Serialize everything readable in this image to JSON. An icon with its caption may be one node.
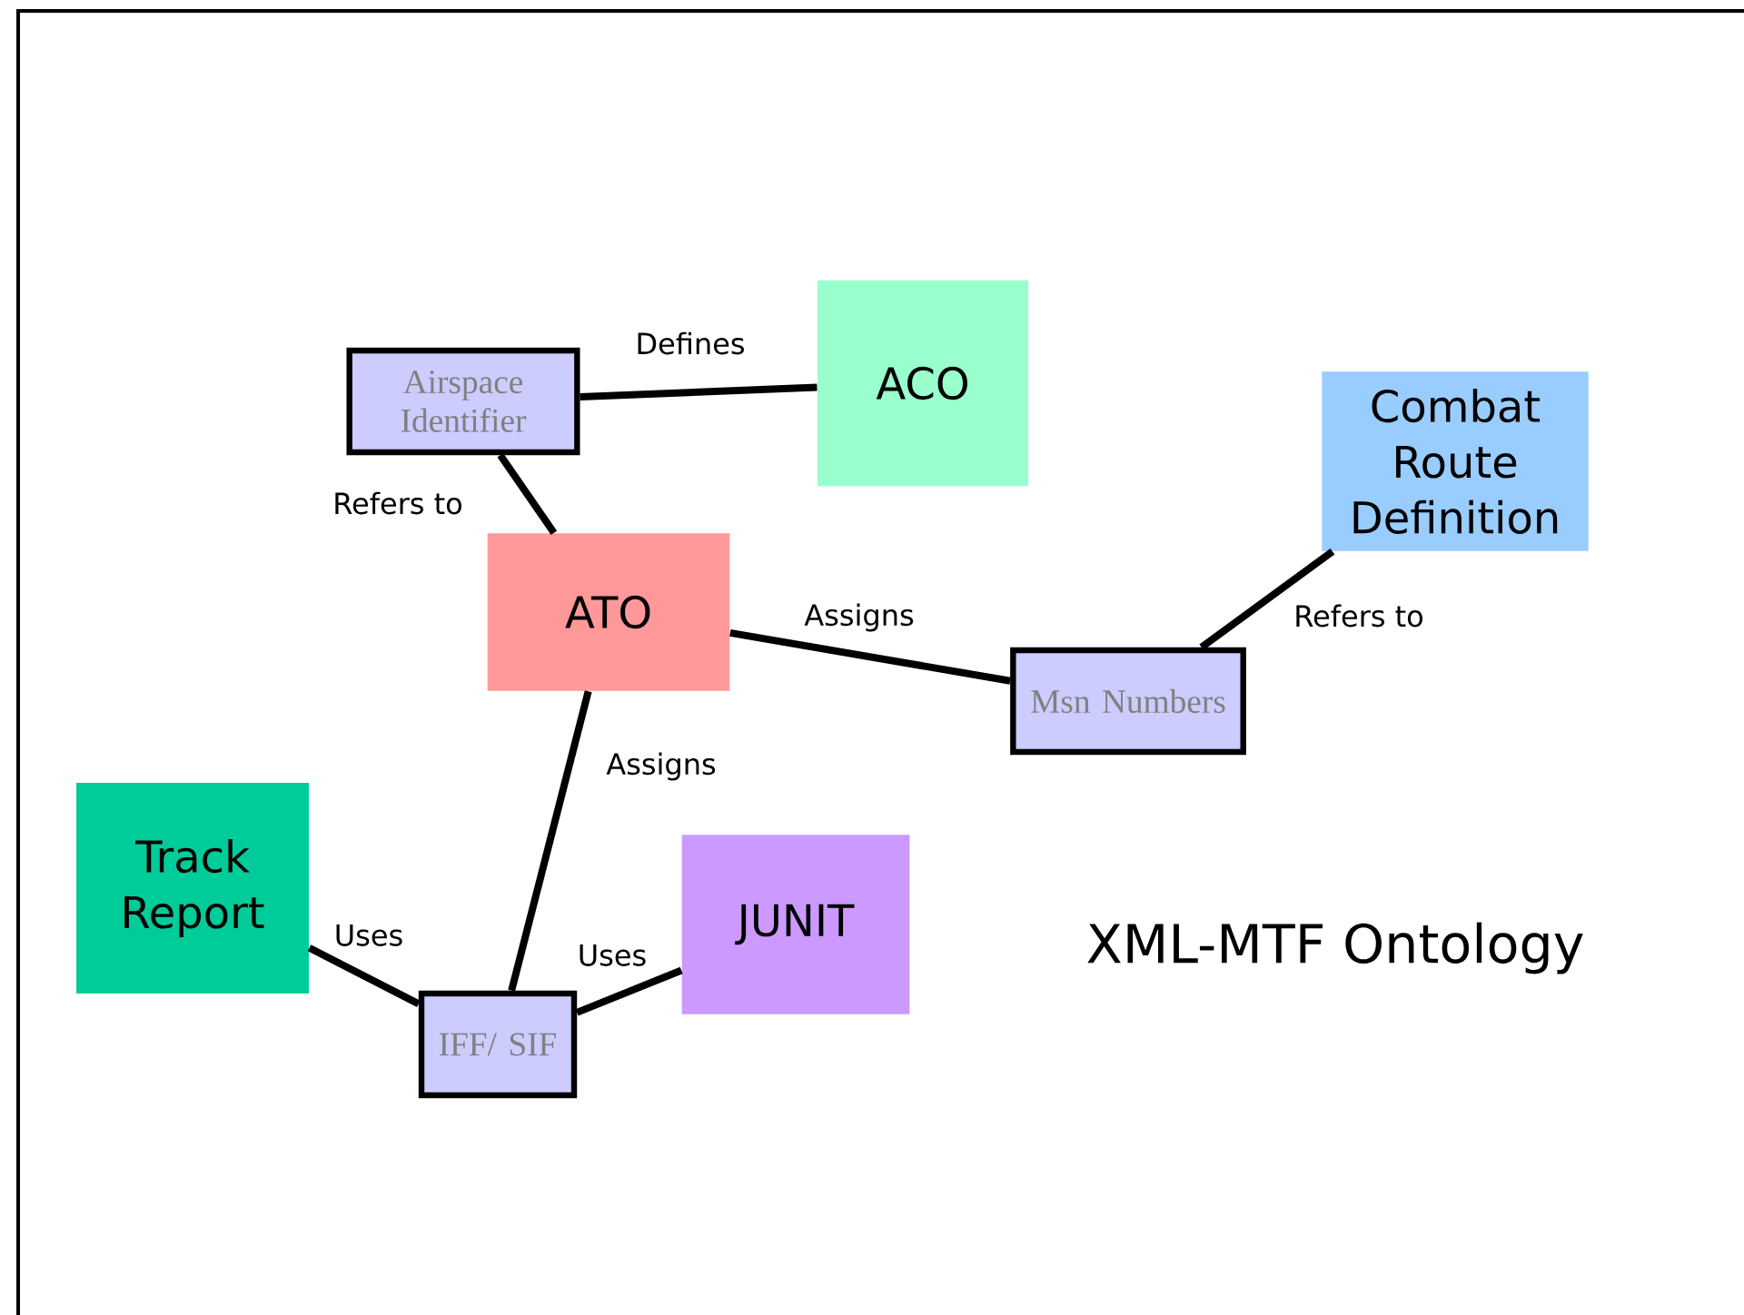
{
  "diagram": {
    "title": "XML-MTF Ontology",
    "nodes": [
      {
        "text": [
          "Airspace Identifier"
        ]
      },
      {
        "text": [
          "ACO"
        ]
      },
      {
        "text": [
          "Combat Route Definition"
        ]
      },
      {
        "text": [
          "ATO"
        ]
      },
      {
        "text": [
          "Msn Numbers"
        ]
      },
      {
        "text": [
          "Track Report"
        ]
      },
      {
        "text": [
          "JUNIT"
        ]
      },
      {
        "text": [
          "IFF/ SIF"
        ]
      }
    ],
    "edges": [
      {
        "from": 0,
        "to": 1,
        "arrow": "none",
        "label": "Defines"
      },
      {
        "from": 0,
        "to": 3,
        "arrow": "none",
        "label": "Refers to"
      },
      {
        "from": 3,
        "to": 4,
        "arrow": "none",
        "label": "Assigns"
      },
      {
        "from": 4,
        "to": 2,
        "arrow": "none",
        "label": "Refers to"
      },
      {
        "from": 3,
        "to": 7,
        "arrow": "none",
        "label": "Assigns"
      },
      {
        "from": 5,
        "to": 7,
        "arrow": "none",
        "label": "Uses"
      },
      {
        "from": 7,
        "to": 6,
        "arrow": "none",
        "label": "Uses"
      }
    ]
  }
}
